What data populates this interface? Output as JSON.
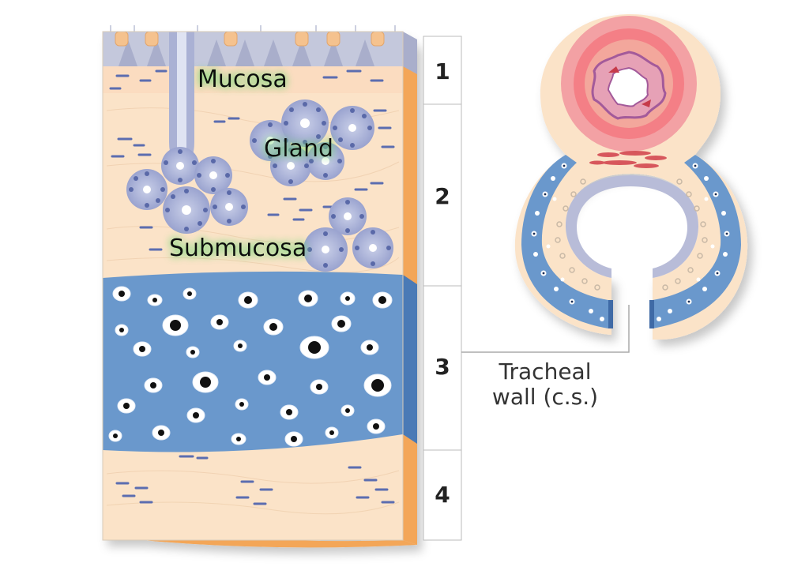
{
  "labels": {
    "mucosa": "Mucosa",
    "gland": "Gland",
    "submucosa": "Submucosa"
  },
  "layer_numbers": [
    "1",
    "2",
    "3",
    "4"
  ],
  "caption": {
    "line1": "Tracheal",
    "line2": "wall (c.s.)"
  },
  "colors": {
    "tissue": "#fbe3c8",
    "tissue_side": "#f6b06a",
    "cartilage": "#6a98cc",
    "cartilage_side": "#4a7ab6",
    "epithelium": "#c4c8dc",
    "gland": "#a8b0d6",
    "gland_dots": "#5a69a8",
    "lumen_ring": "#f0848a",
    "label_glow": "#7cd87c"
  }
}
